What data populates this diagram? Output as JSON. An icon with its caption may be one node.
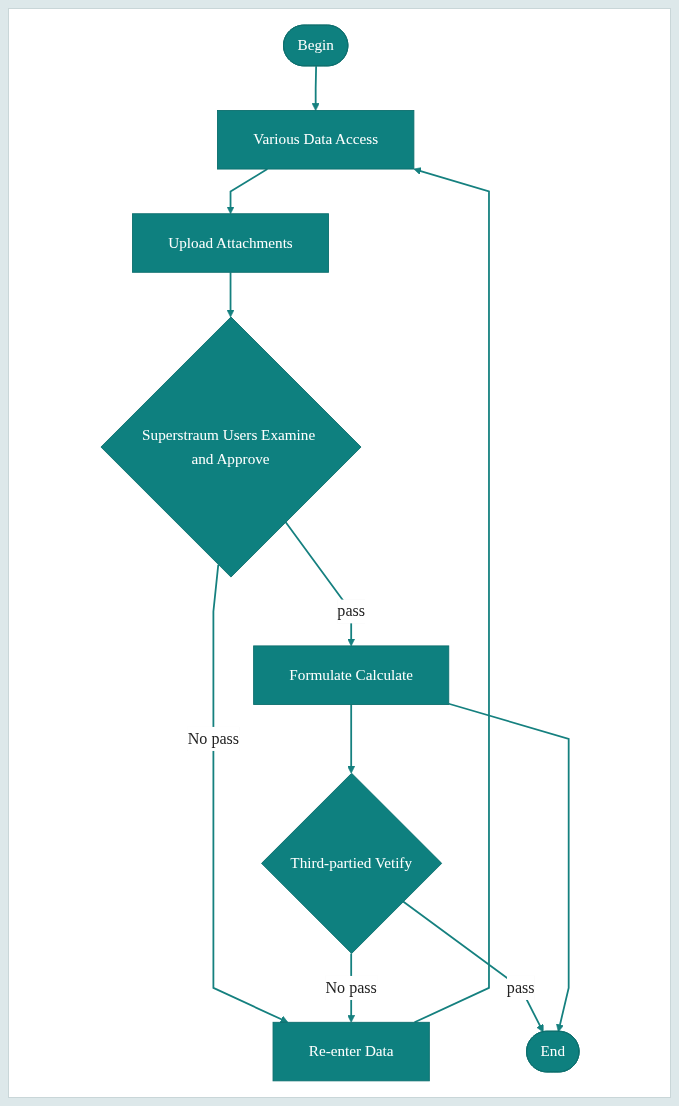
{
  "diagram": {
    "nodes": [
      {
        "text": [
          "Begin"
        ]
      },
      {
        "text": [
          "Various Data Access"
        ]
      },
      {
        "text": [
          "Upload Attachments"
        ]
      },
      {
        "text": [
          "Superstraum Users Examine and Approve"
        ]
      },
      {
        "text": [
          "Re-enter Data"
        ]
      },
      {
        "text": [
          "Formulate Calculate"
        ]
      },
      {
        "text": [
          "Third-partied Vetify"
        ]
      },
      {
        "text": [
          "End"
        ]
      }
    ],
    "edges": [
      {
        "from": 0,
        "to": 1,
        "arrow": "to"
      },
      {
        "from": 1,
        "to": 2,
        "arrow": "to"
      },
      {
        "from": 2,
        "to": 3,
        "arrow": "to"
      },
      {
        "from": 3,
        "to": 4,
        "arrow": "to",
        "label": "No pass"
      },
      {
        "from": 4,
        "to": 1,
        "arrow": "to"
      },
      {
        "from": 3,
        "to": 5,
        "arrow": "to",
        "label": "pass"
      },
      {
        "from": 5,
        "to": 6,
        "arrow": "to"
      },
      {
        "from": 6,
        "to": 4,
        "arrow": "to",
        "label": "No pass"
      },
      {
        "from": 6,
        "to": 7,
        "arrow": "to",
        "label": "pass"
      },
      {
        "from": 5,
        "to": 7,
        "arrow": "to"
      }
    ]
  }
}
